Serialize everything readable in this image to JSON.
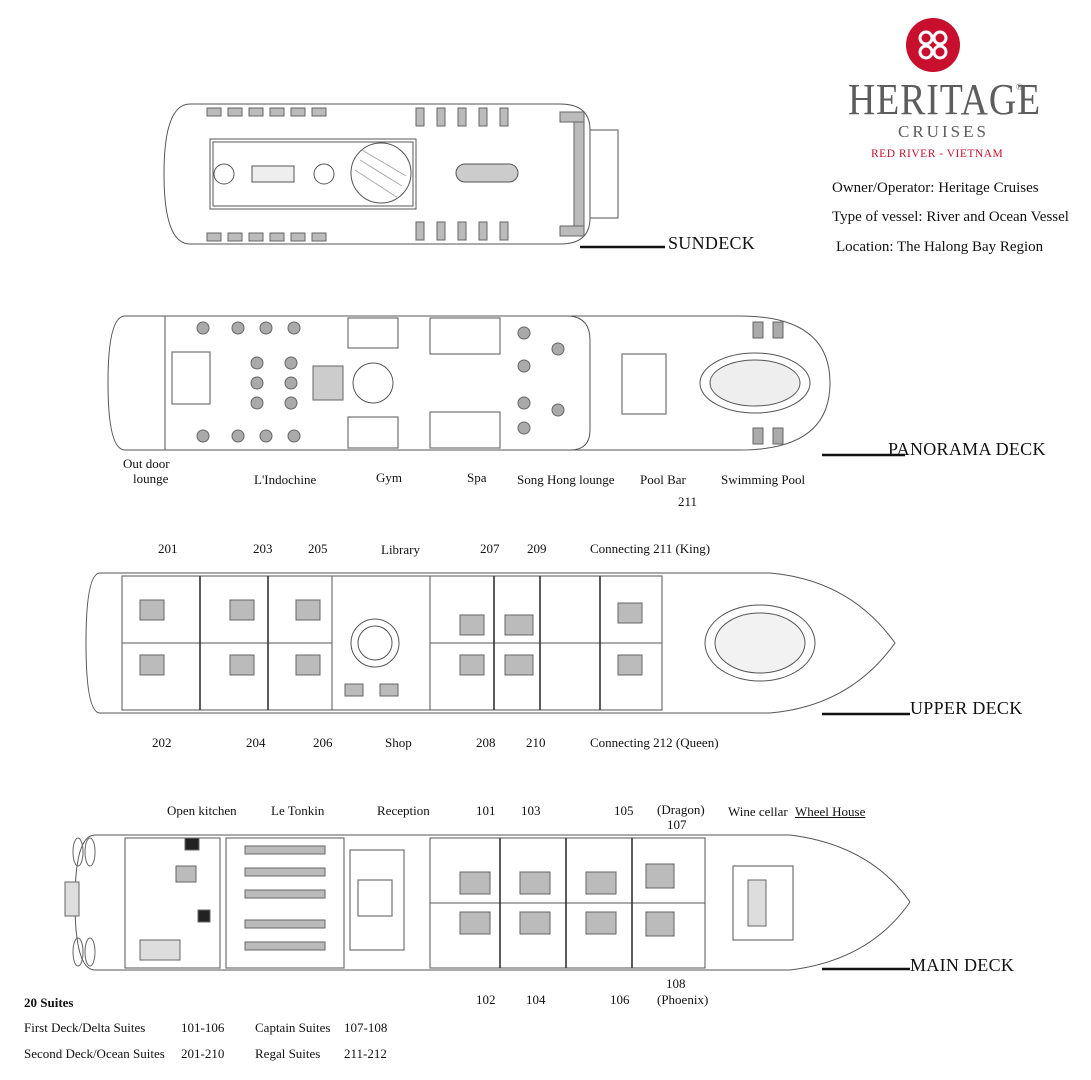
{
  "brand": {
    "name": "HERITAGE",
    "subname": "CRUISES",
    "tagline": "RED RIVER - VIETNAM",
    "registered_mark": "®",
    "accent_color": "#c8102e",
    "text_color": "#5d5d5d"
  },
  "info": {
    "operator": "Owner/Operator: Heritage Cruises",
    "vessel_type": "Type of vessel: River and Ocean Vessel",
    "location": "Location: The Halong Bay Region"
  },
  "decks": {
    "sundeck": {
      "title": "SUNDECK"
    },
    "panorama": {
      "title": "PANORAMA DECK",
      "labels": {
        "outdoor_1": "Out door",
        "outdoor_2": "lounge",
        "indochine": "L'Indochine",
        "gym": "Gym",
        "spa": "Spa",
        "song_hong": "Song Hong lounge",
        "pool_bar": "Pool Bar",
        "swimming_pool": "Swimming Pool",
        "room_211": "211"
      }
    },
    "upper": {
      "title": "UPPER DECK",
      "labels": {
        "r201": "201",
        "r203": "203",
        "r205": "205",
        "library": "Library",
        "r207": "207",
        "r209": "209",
        "connecting_211": "Connecting 211 (King)",
        "r202": "202",
        "r204": "204",
        "r206": "206",
        "shop": "Shop",
        "r208": "208",
        "r210": "210",
        "connecting_212": "Connecting 212 (Queen)"
      }
    },
    "main": {
      "title": "MAIN DECK",
      "labels": {
        "open_kitchen": "Open kitchen",
        "le_tonkin": "Le Tonkin",
        "reception": "Reception",
        "r101": "101",
        "r103": "103",
        "r105": "105",
        "dragon": "(Dragon)",
        "r107": "107",
        "wine_cellar": "Wine cellar",
        "wheel_house": "Wheel House",
        "r102": "102",
        "r104": "104",
        "r106": "106",
        "r108": "108",
        "phoenix": "(Phoenix)"
      }
    }
  },
  "legend": {
    "heading": "20 Suites",
    "rows": [
      {
        "deck": "First Deck/Delta Suites",
        "range": "101-106",
        "type": "Captain Suites",
        "type_range": "107-108"
      },
      {
        "deck": "Second Deck/Ocean Suites",
        "range": "201-210",
        "type": "Regal Suites",
        "type_range": "211-212"
      }
    ]
  }
}
